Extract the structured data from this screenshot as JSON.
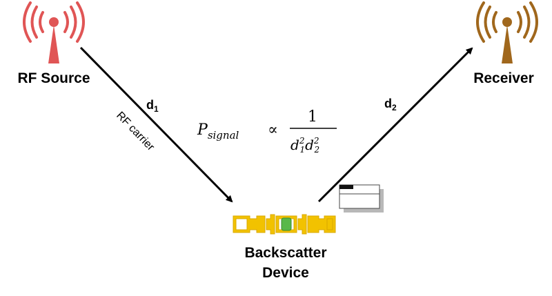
{
  "nodes": {
    "rf_source": {
      "label": "RF Source",
      "icon": "antenna-icon",
      "color": "#e05555"
    },
    "receiver": {
      "label": "Receiver",
      "icon": "antenna-icon",
      "color": "#a0671c"
    },
    "backscatter": {
      "label_line1": "Backscatter",
      "label_line2": "Device",
      "icon": "rfid-tag-icon",
      "color": "#f2c200",
      "chip_color": "#58b84a"
    }
  },
  "edges": {
    "d1": {
      "label": "d",
      "subscript": "1",
      "caption": "RF carrier"
    },
    "d2": {
      "label": "d",
      "subscript": "2"
    }
  },
  "formula": {
    "lhs": "P",
    "lhs_subscript": "signal",
    "relation": "∝",
    "numerator": "1",
    "den_d": "d",
    "den_1_sub": "1",
    "den_1_sup": "2",
    "den_2_sub": "2",
    "den_2_sup": "2"
  },
  "icons": {
    "card": "card-icon"
  }
}
